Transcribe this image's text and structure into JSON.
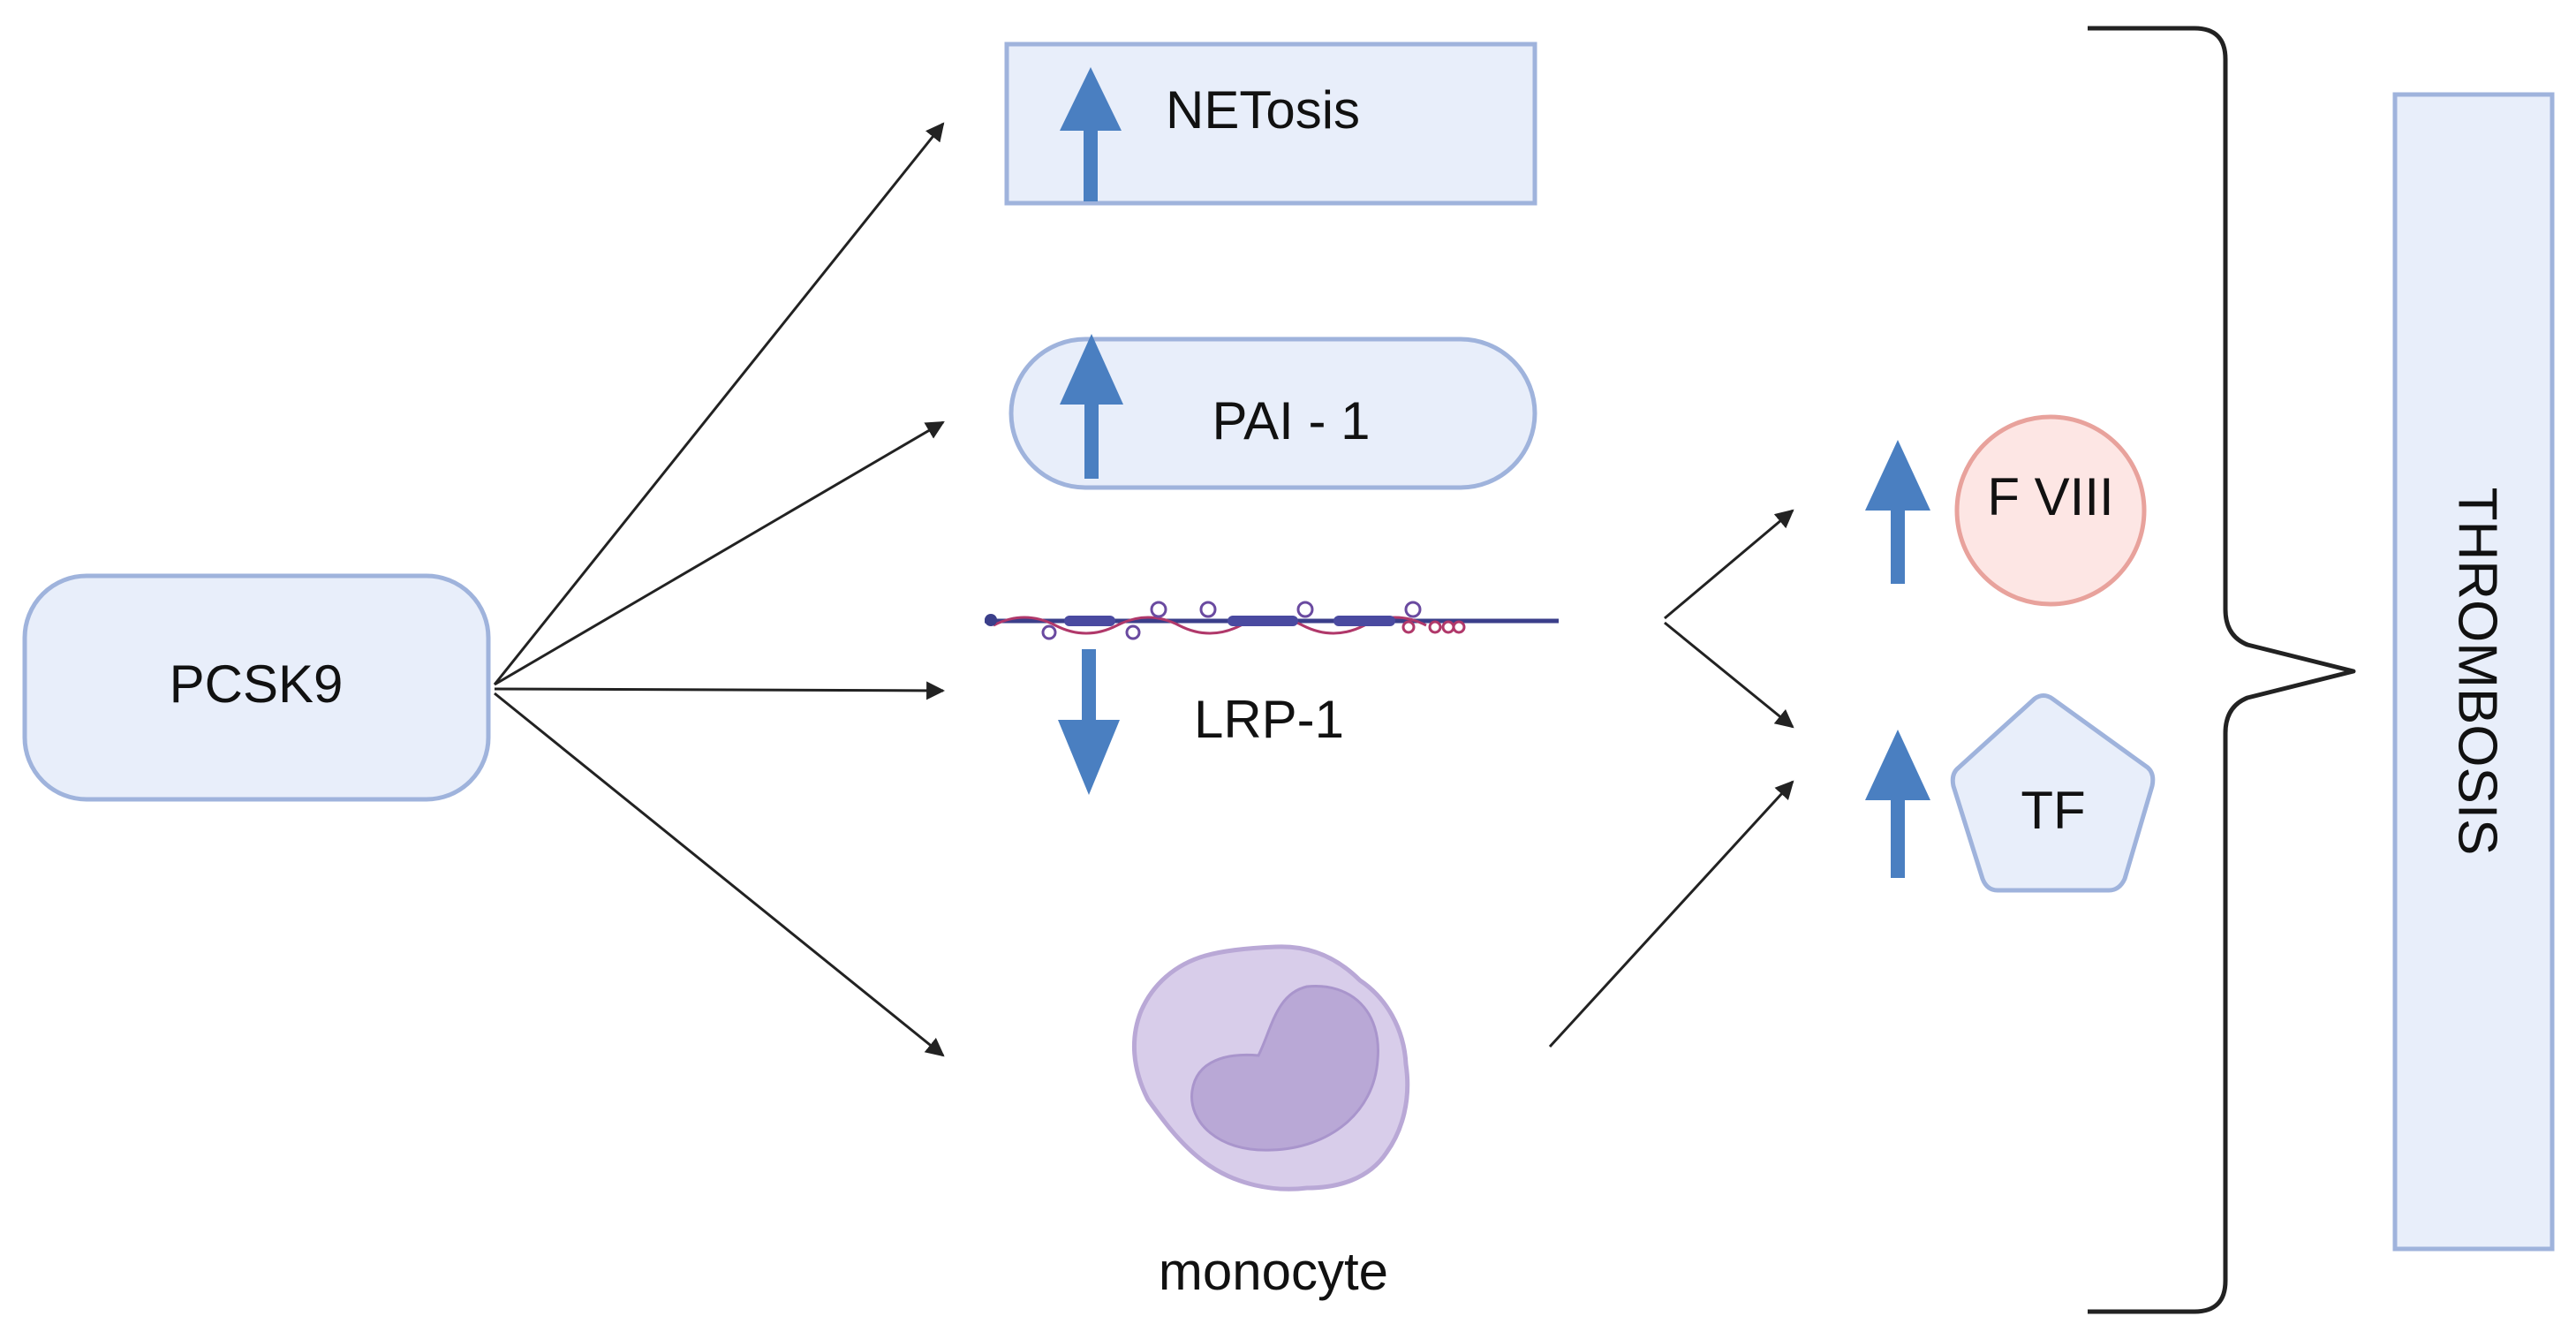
{
  "nodes": {
    "pcsk9": "PCSK9",
    "netosis": "NETosis",
    "pai1": "PAI - 1",
    "lrp1": "LRP-1",
    "monocyte": "monocyte",
    "f8": "F VIII",
    "tf": "TF",
    "thrombosis": "THROMBOSIS"
  },
  "colors": {
    "box_fill": "#e8eefa",
    "box_stroke": "#9fb3dc",
    "up_arrow": "#4a7fc1",
    "down_arrow": "#4a7fc1",
    "f8_fill": "#fde6e4",
    "f8_stroke": "#e8a29c",
    "monocyte_body": "#d8cdea",
    "monocyte_nucleus": "#b9a8d6",
    "arrow": "#222222"
  },
  "indicators": {
    "netosis": "up",
    "pai1": "up",
    "lrp1": "down",
    "f8": "up",
    "tf": "up"
  }
}
